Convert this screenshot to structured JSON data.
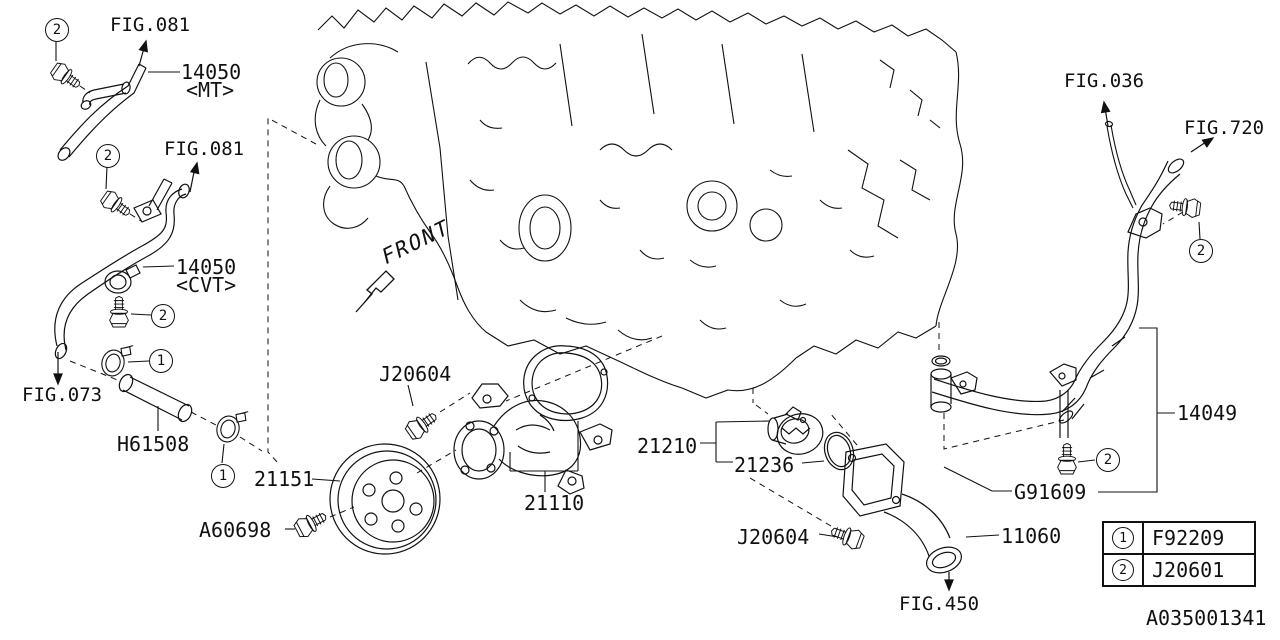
{
  "diagram": {
    "front_label": "FRONT",
    "drawing_number": "A035001341"
  },
  "labels": {
    "fig081_top": "FIG.081",
    "part_14050_mt": "14050",
    "variant_mt": "<MT>",
    "fig081_mid": "FIG.081",
    "part_14050_cvt": "14050",
    "variant_cvt": "<CVT>",
    "fig073": "FIG.073",
    "part_h61508": "H61508",
    "part_21151": "21151",
    "part_a60698": "A60698",
    "part_j20604_upper": "J20604",
    "part_21110": "21110",
    "part_21210": "21210",
    "part_21236": "21236",
    "part_j20604_lower": "J20604",
    "fig450": "FIG.450",
    "part_11060": "11060",
    "part_g91609": "G91609",
    "part_14049": "14049",
    "fig036": "FIG.036",
    "fig720": "FIG.720"
  },
  "callouts": {
    "c1": "1",
    "c2": "2"
  },
  "legend": {
    "rows": [
      {
        "ref": "1",
        "part": "F92209"
      },
      {
        "ref": "2",
        "part": "J20601"
      }
    ]
  },
  "colors": {
    "line": "#111111",
    "background": "#ffffff"
  }
}
